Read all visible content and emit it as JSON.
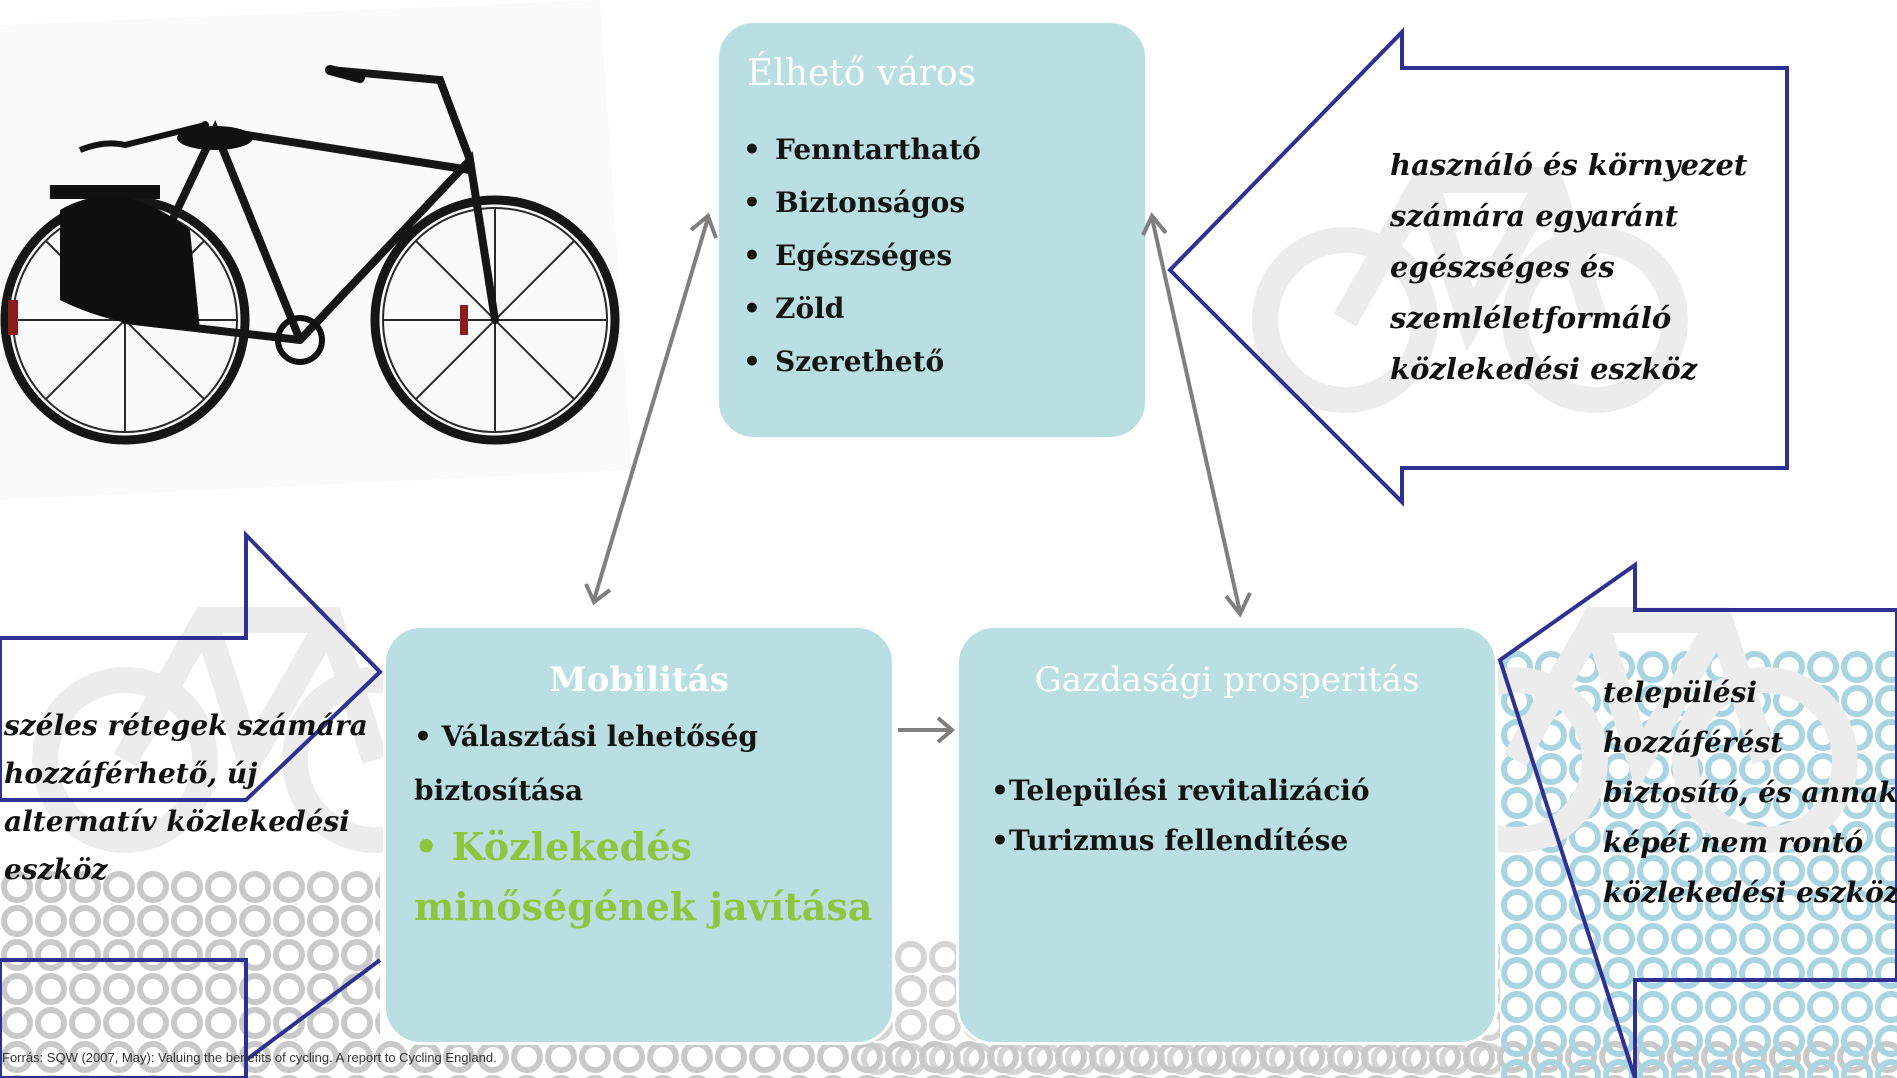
{
  "top_box": {
    "title": "Élhető város",
    "items": [
      "Fenntartható",
      "Biztonságos",
      "Egészséges",
      "Zöld",
      "Szerethető"
    ]
  },
  "left_box": {
    "title": "Mobilitás",
    "bullet": "•",
    "item1_line1": "Választási lehetőség",
    "item1_line2": "biztosítása",
    "item2_line1": "Közlekedés",
    "item2_line2": "minőségének javítása"
  },
  "right_box": {
    "title": "Gazdasági prosperitás",
    "bullet": "•",
    "items": [
      "Települési revitalizáció",
      "Turizmus fellendítése"
    ]
  },
  "arrow_texts": {
    "top_right": [
      "használó és környezet",
      "számára egyaránt",
      "egészséges és",
      "szemléletformáló",
      "közlekedési eszköz"
    ],
    "left": [
      "széles rétegek számára",
      "hozzáférhető, új",
      "alternatív közlekedési",
      "eszköz"
    ],
    "right": [
      "települési",
      "hozzáférést",
      "biztosító, és annak",
      "képét nem rontó",
      "közlekedési eszköz"
    ]
  },
  "footnote": "Forrás: SQW (2007, May): Valuing the benefits of cycling.  A report to Cycling England.",
  "colors": {
    "box_fill": "#b9dfe3",
    "arrow_outline": "#2e3192",
    "connector": "#7f7f7f",
    "highlight_green": "#8cc63f"
  }
}
